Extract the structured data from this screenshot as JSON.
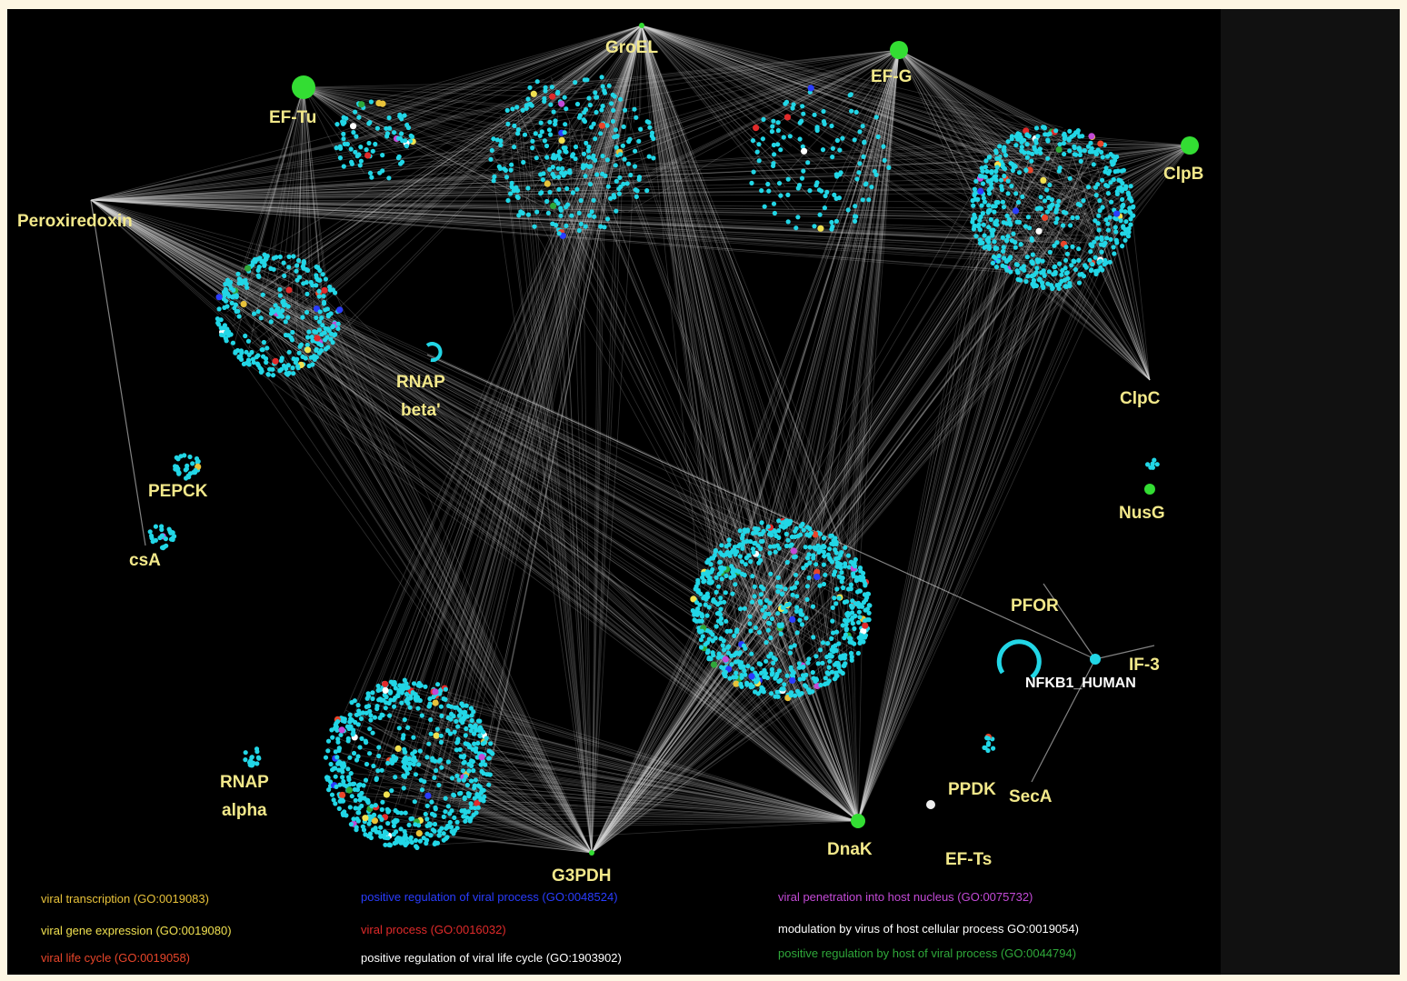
{
  "colors": {
    "page_border": "#fdf6e3",
    "background": "#000000",
    "side_panel": "#111111",
    "hub": "#33dd33",
    "node": "#22d6e6",
    "edge": "#d8d8d8",
    "label": "#f2e88a"
  },
  "labels": {
    "groel": "GroEL",
    "ef_g": "EF-G",
    "ef_tu": "EF-Tu",
    "clpb": "ClpB",
    "peroxiredoxin": "Peroxiredoxin",
    "rnap_beta_1": "RNAP",
    "rnap_beta_2": "beta'",
    "clpc": "ClpC",
    "pepck": "PEPCK",
    "nusg": "NusG",
    "csa": "csA",
    "pfor": "PFOR",
    "if3": "IF-3",
    "nfkb1": "NFKB1_HUMAN",
    "rnap_alpha_1": "RNAP",
    "rnap_alpha_2": "alpha",
    "ppdk": "PPDK",
    "seca": "SecA",
    "dnak": "DnaK",
    "ef_ts": "EF-Ts",
    "g3pdh": "G3PDH"
  },
  "legend": [
    {
      "text": "viral transcription (GO:0019083)",
      "color": "#e8c23a"
    },
    {
      "text": "positive regulation of viral process (GO:0048524)",
      "color": "#2a3dff"
    },
    {
      "text": "viral penetration into host nucleus (GO:0075732)",
      "color": "#c34ad6"
    },
    {
      "text": "viral gene expression (GO:0019080)",
      "color": "#f0e050"
    },
    {
      "text": "viral process (GO:0016032)",
      "color": "#e02a2a"
    },
    {
      "text": "modulation by virus of host cellular process GO:0019054)",
      "color": "#ffffff"
    },
    {
      "text": "viral life cycle (GO:0019058)",
      "color": "#e8452a"
    },
    {
      "text": "positive regulation of viral life cycle (GO:1903902)",
      "color": "#ffffff"
    },
    {
      "text": "positive regulation by host of viral process (GO:0044794)",
      "color": "#2fa83a"
    }
  ]
}
